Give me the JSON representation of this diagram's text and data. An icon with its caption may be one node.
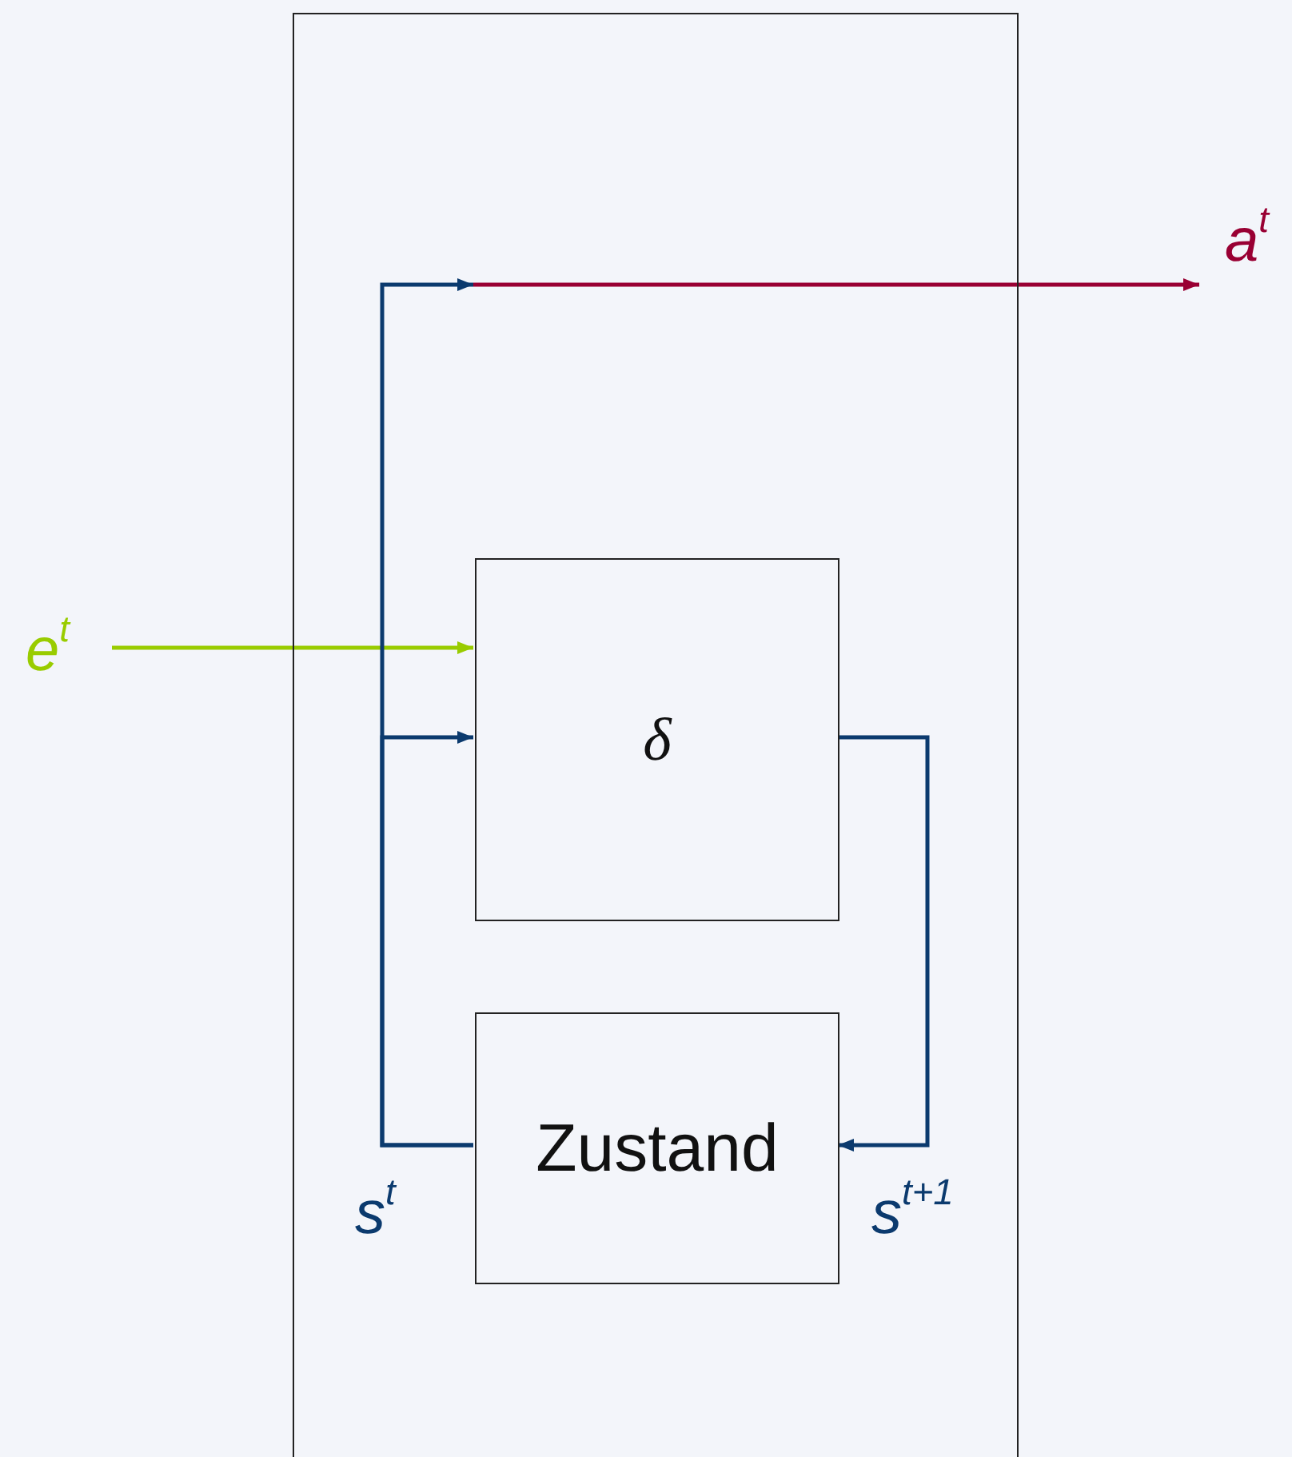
{
  "diagram": {
    "nodes": [
      {
        "text": [],
        "shape": "box"
      },
      {
        "text": [
          "δ"
        ],
        "in": 0
      },
      {
        "text": [
          "Zustand"
        ],
        "in": 0
      },
      {
        "text": [
          "e$^{t}$"
        ]
      },
      {
        "text": [
          "a$^{t}$"
        ]
      }
    ],
    "edges": [
      {
        "from": 3,
        "to": 1,
        "arrow": "to",
        "color": "#99cc00"
      },
      {
        "from": 2,
        "to": 1,
        "arrow": "to"
      },
      {
        "from": 2,
        "to": null,
        "arrow": "to"
      },
      {
        "from": null,
        "to": 4,
        "arrow": "to",
        "color": "#990033"
      },
      {
        "from": 1,
        "to": 2,
        "arrow": "to"
      }
    ],
    "labels": [
      "s$^{t}$",
      "s$^{t+1}$"
    ]
  }
}
